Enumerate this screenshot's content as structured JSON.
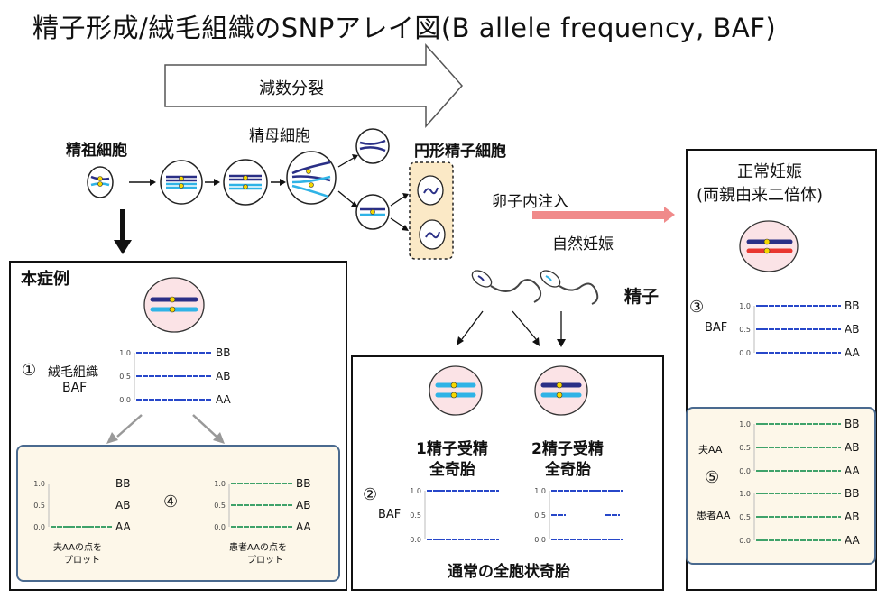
{
  "title": "精子形成/絨毛組織のSNPアレイ図(B allele frequency, BAF)",
  "meiosis_label": "減数分裂",
  "stages": {
    "spermatogonia": "精祖細胞",
    "spermatocyte": "精母細胞",
    "round_spermatid": "円形精子細胞",
    "sperm": "精子"
  },
  "routes": {
    "icsi": "卵子内注入",
    "natural": "自然妊娠"
  },
  "normal_pregnancy": {
    "title_line1": "正常妊娠",
    "title_line2": "(両親由来二倍体)",
    "number": "③",
    "baf_label": "BAF"
  },
  "this_case": {
    "title": "本症例",
    "number": "①",
    "label_line1": "絨毛組織",
    "label_line2": "BAF"
  },
  "plots": {
    "number": "④",
    "left_caption_line1": "夫AAの点を",
    "left_caption_line2": "プロット",
    "right_caption_line1": "患者AAの点を",
    "right_caption_line2": "プロット"
  },
  "moles": {
    "number": "②",
    "baf_label": "BAF",
    "mono_line1": "1精子受精",
    "mono_line2": "全奇胎",
    "di_line1": "2精子受精",
    "di_line2": "全奇胎",
    "footer": "通常の全胞状奇胎"
  },
  "parent_plots": {
    "number": "⑤",
    "husband": "夫AA",
    "patient": "患者AA"
  },
  "axis_ticks": [
    "1.0",
    "0.5",
    "0.0"
  ],
  "bands": [
    "BB",
    "AB",
    "AA"
  ],
  "colors": {
    "blue_line": "#2747c9",
    "green_line": "#3fa26a",
    "cell_fill": "#fbe3e6",
    "panel_fill": "#fdf7e9",
    "arrow_pink": "#f08a8a",
    "chrom_dark": "#2a2f86",
    "chrom_light": "#2fb3e6",
    "chrom_red": "#e8362f"
  }
}
